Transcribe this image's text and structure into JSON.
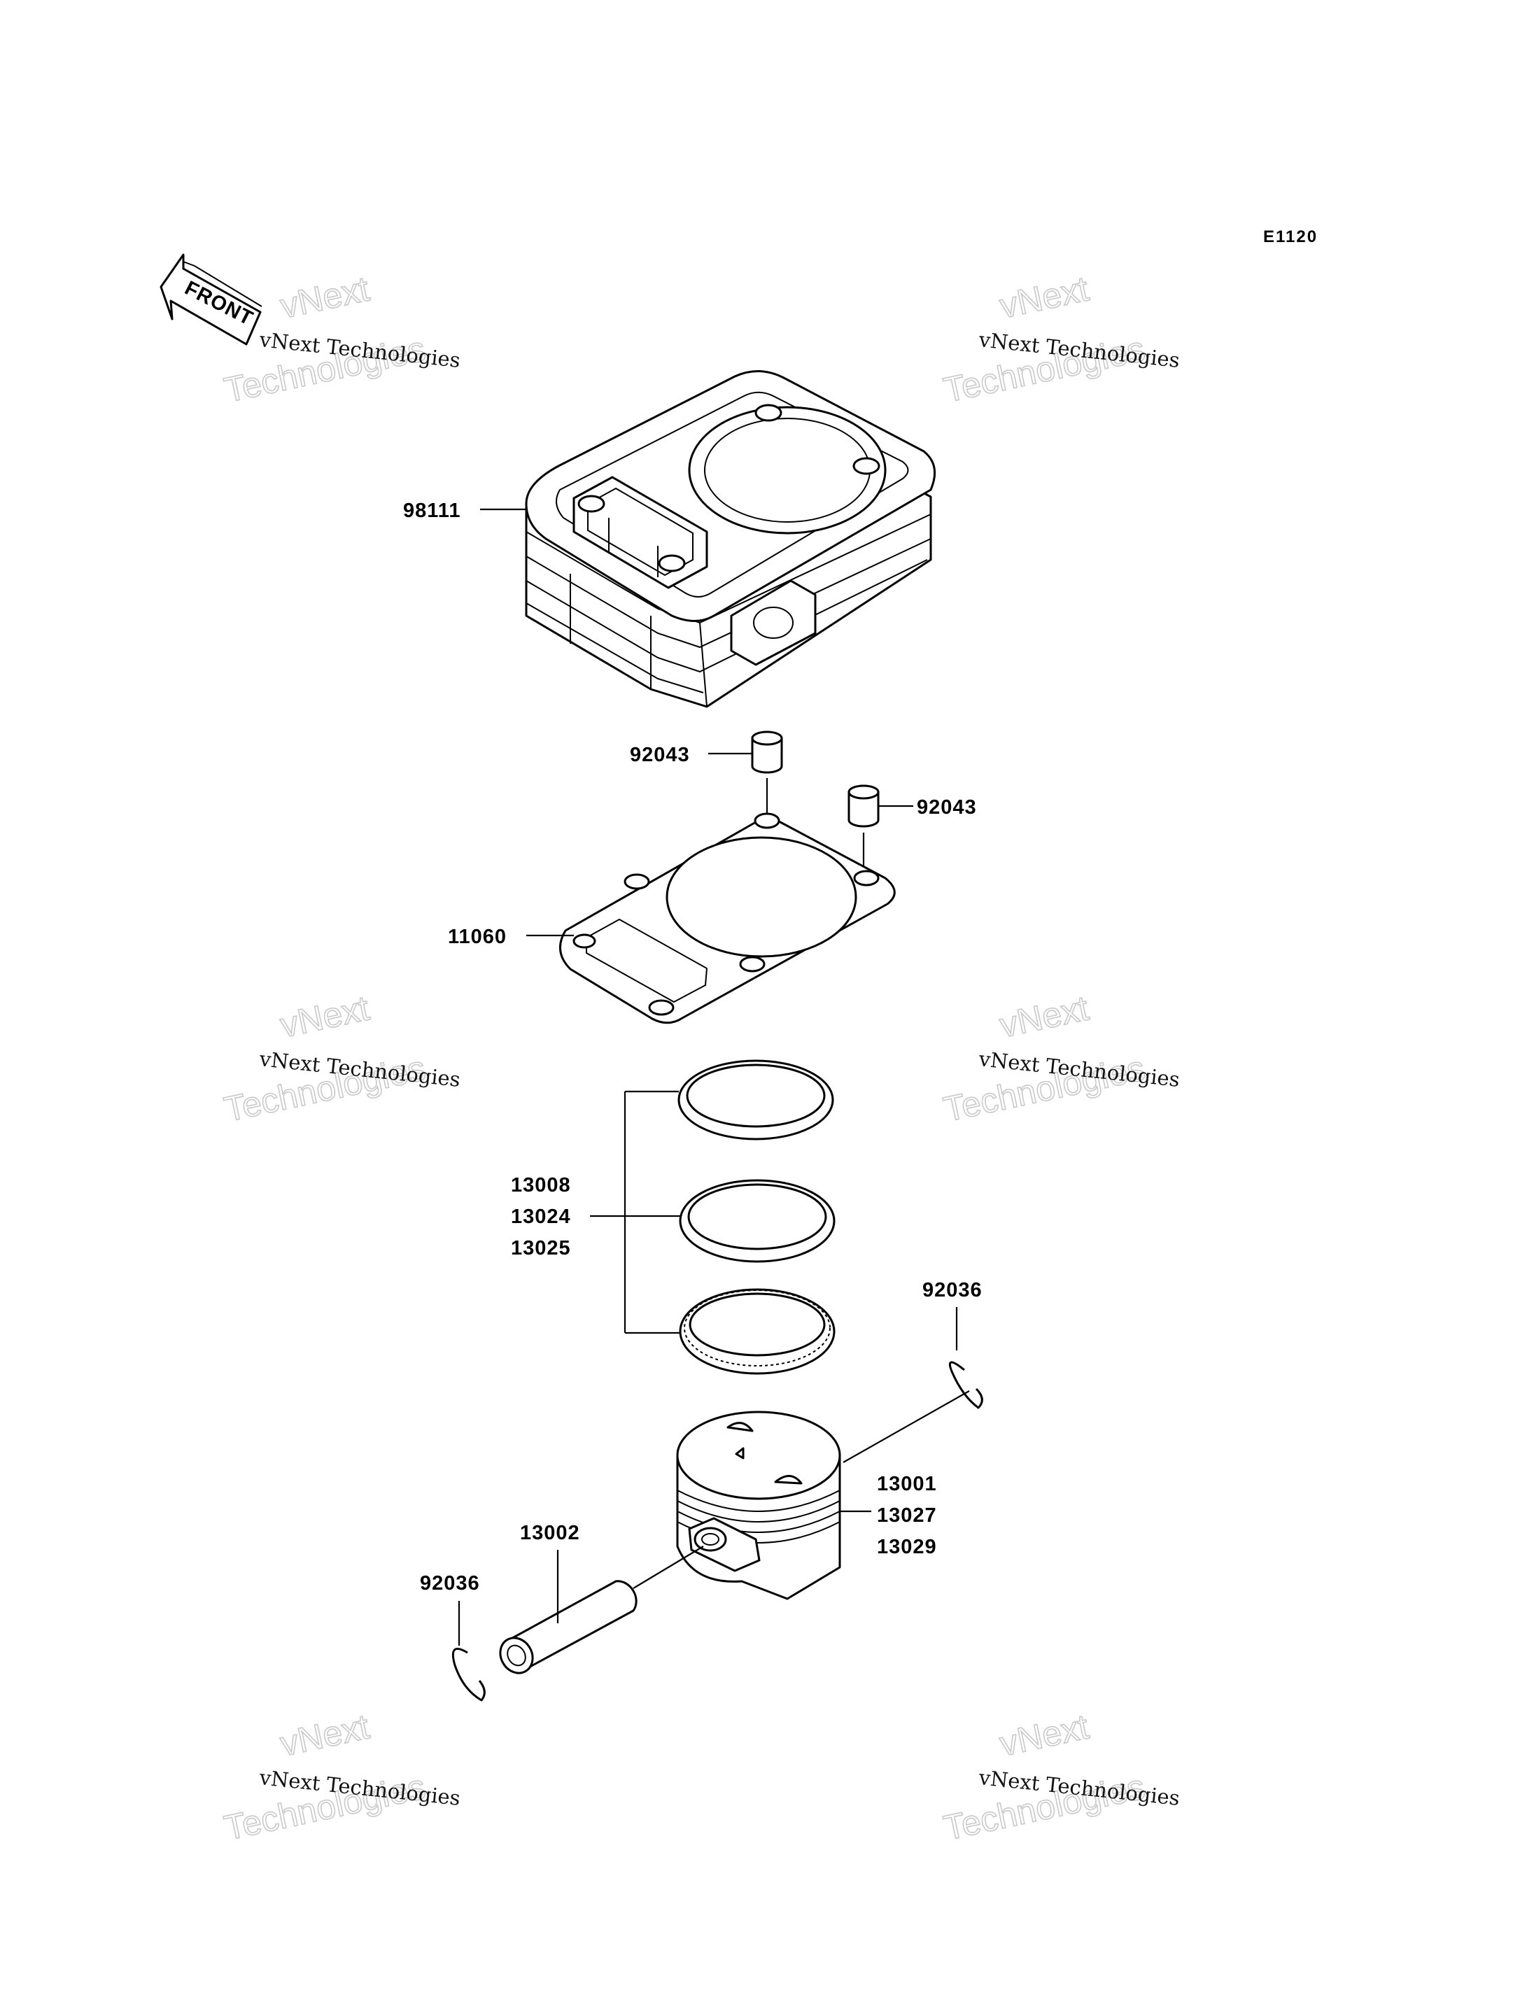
{
  "diagram_code": "E1120",
  "front_label": "FRONT",
  "watermark": {
    "line1": "vNext Technologies",
    "line2": "vNext",
    "line3": "Technologies"
  },
  "callouts": {
    "cylinder": "98111",
    "dowel_left": "92043",
    "dowel_right": "92043",
    "gasket": "11060",
    "rings": [
      "13008",
      "13024",
      "13025"
    ],
    "clip_right": "92036",
    "piston": [
      "13001",
      "13027",
      "13029"
    ],
    "pin": "13002",
    "clip_left": "92036"
  }
}
